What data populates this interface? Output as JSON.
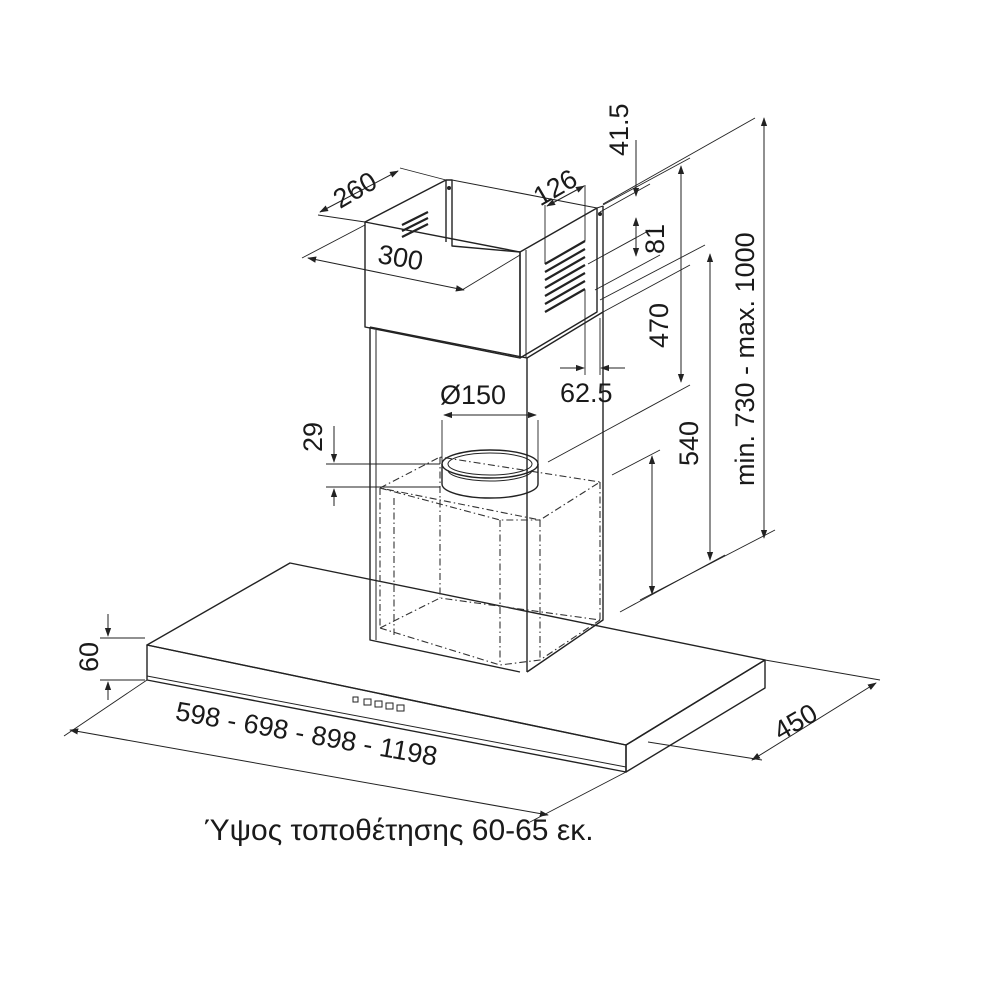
{
  "dimensions": {
    "chimney_depth": "260",
    "chimney_width": "300",
    "vent_width": "126",
    "top_offset": "41.5",
    "vent_height": "81",
    "upper_height": "470",
    "vent_side_offset": "62.5",
    "duct_diameter": "Ø150",
    "collar_height": "29",
    "lower_height": "540",
    "total_height": "min. 730 - max. 1000",
    "hood_thickness": "60",
    "hood_width": "598 - 698 - 898 - 1198",
    "hood_depth": "450"
  },
  "caption": "Ύψος τοποθέτησης 60-65 εκ."
}
